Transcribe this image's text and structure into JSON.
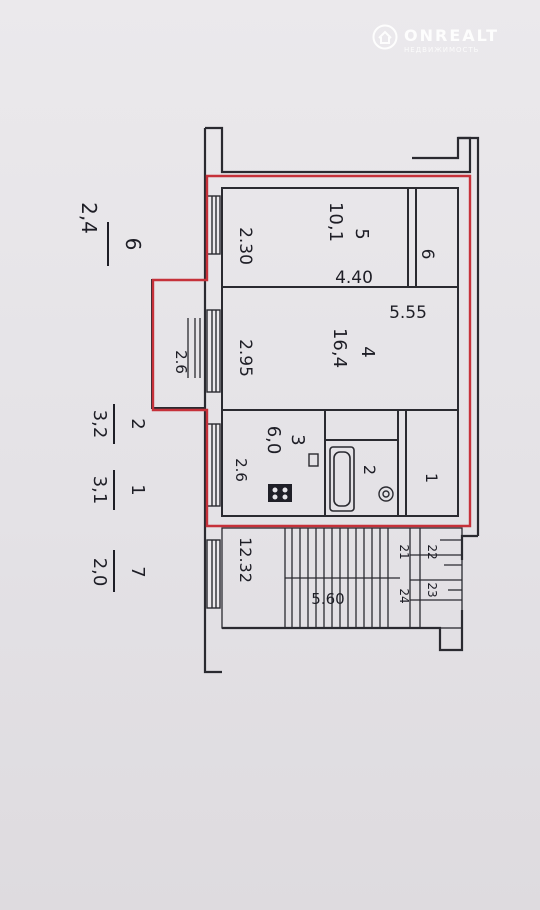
{
  "watermark": {
    "brand": "ONREALT",
    "sub": "НЕДВИЖИМОСТЬ"
  },
  "floor_plan": {
    "rooms": [
      {
        "number": "5",
        "area": "10,1"
      },
      {
        "number": "6",
        "area": ""
      },
      {
        "number": "4",
        "area": "16,4"
      },
      {
        "number": "3",
        "area": "6,0"
      },
      {
        "number": "2",
        "area": ""
      },
      {
        "number": "1",
        "area": ""
      }
    ],
    "dimensions": {
      "room5_width": "2.30",
      "room5_length": "4.40",
      "room4_width": "2.95",
      "apartment_length": "5.55",
      "balcony_width": "2.6",
      "kitchen_width": "2.6",
      "stair_length": "12.32"
    },
    "stair_labels": {
      "flight": "5.60",
      "n21": "21",
      "n22": "22",
      "n23": "23",
      "n24": "24"
    },
    "legend": [
      {
        "room": "6",
        "value": "2,4"
      },
      {
        "room": "2",
        "value": "3,2"
      },
      {
        "room": "1",
        "value": "3,1"
      },
      {
        "room": "7",
        "value": "2,0"
      }
    ]
  }
}
